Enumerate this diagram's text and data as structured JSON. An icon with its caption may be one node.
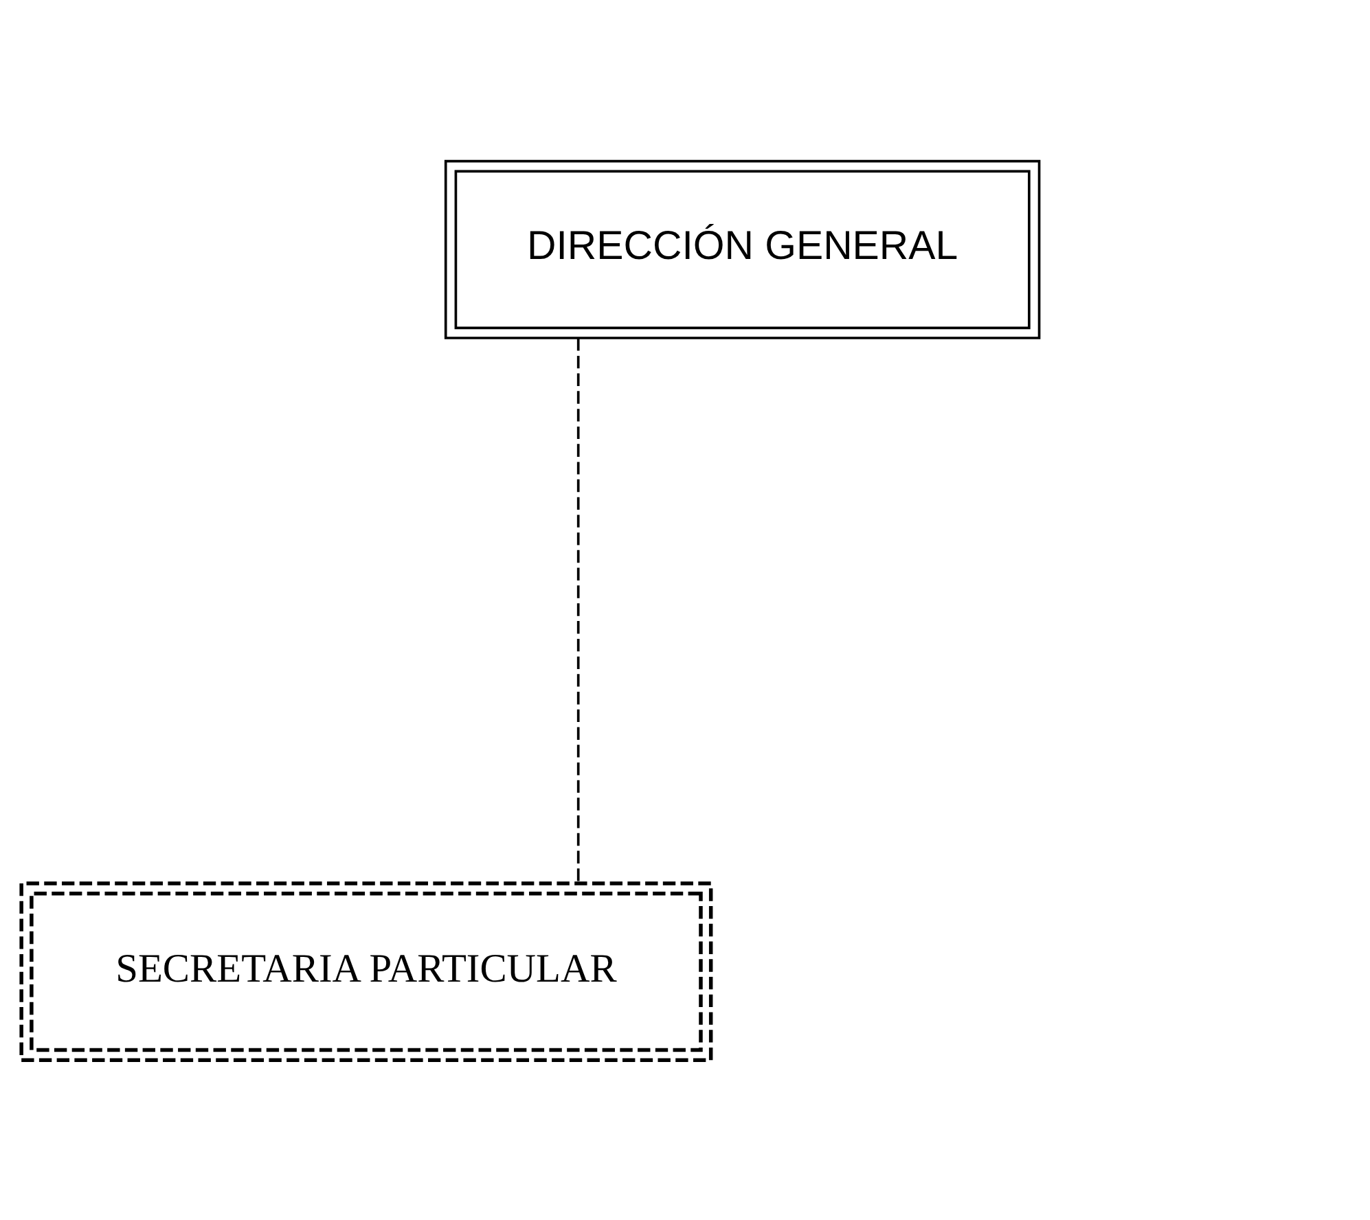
{
  "diagram": {
    "nodes": [
      {
        "text": [
          "DIRECCIÓN GENERAL"
        ]
      },
      {
        "text": [
          "SECRETARIA PARTICULAR"
        ]
      }
    ],
    "edges": [
      {
        "from": 0,
        "to": 1,
        "arrow": "none",
        "style": "dashed"
      }
    ]
  }
}
